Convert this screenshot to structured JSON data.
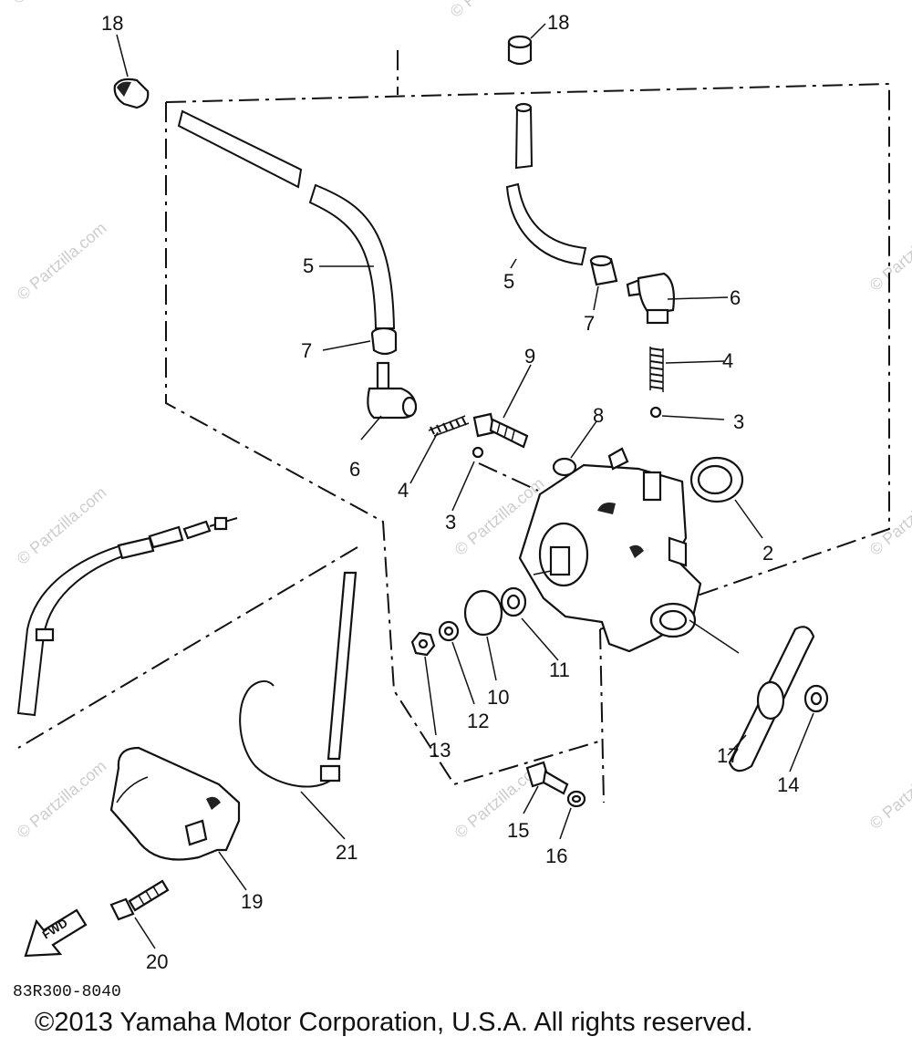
{
  "callouts": [
    "18",
    "18",
    "5",
    "5",
    "6",
    "7",
    "7",
    "9",
    "4",
    "4",
    "8",
    "3",
    "3",
    "6",
    "2",
    "11",
    "10",
    "12",
    "13",
    "17",
    "14",
    "21",
    "15",
    "16",
    "19",
    "20"
  ],
  "fwd_label": "FWD",
  "diagram_code": "83R300-8040",
  "copyright": "©2013 Yamaha Motor Corporation, U.S.A. All rights reserved.",
  "watermark": "© Partzilla.com"
}
